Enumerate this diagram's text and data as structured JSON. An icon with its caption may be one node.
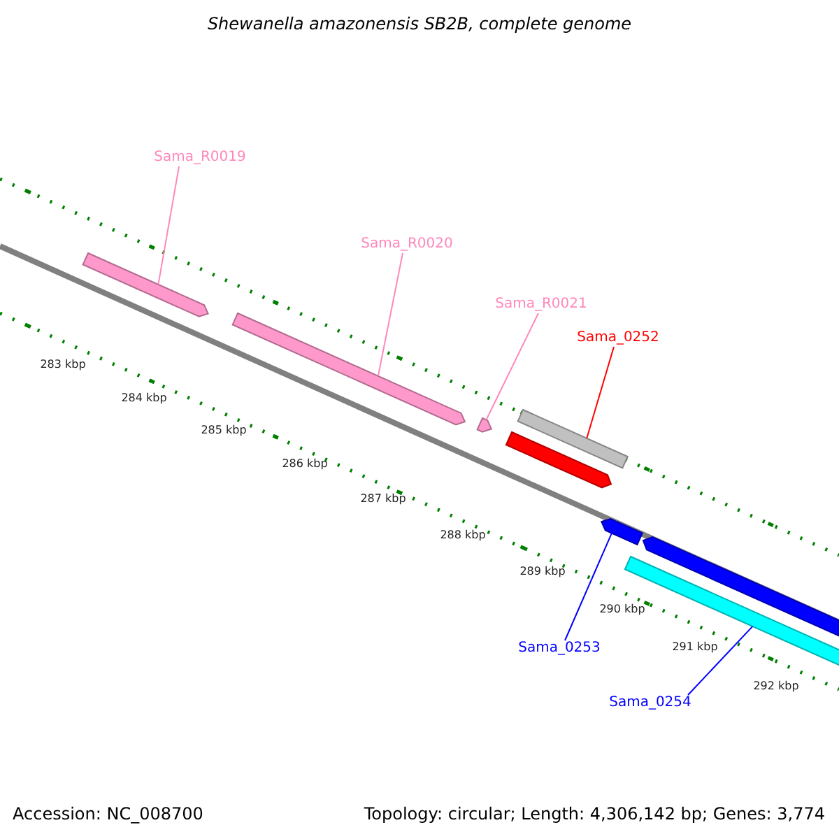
{
  "diagram": {
    "title": "Shewanella amazonensis SB2B, complete genome",
    "nodes": [
      {
        "text": [
          "Sama_R0019"
        ]
      },
      {
        "text": [],
        "shape": "arrow"
      },
      {
        "text": [
          "Sama_R0020"
        ]
      },
      {
        "text": [],
        "shape": "arrow"
      },
      {
        "text": [
          "Sama_R0021"
        ]
      },
      {
        "text": [],
        "shape": "arrow"
      },
      {
        "text": [
          "Sama_0252"
        ]
      },
      {
        "text": [],
        "shape": "bar"
      },
      {
        "text": [],
        "shape": "arrow"
      },
      {
        "text": [],
        "shape": "arrow"
      },
      {
        "text": [],
        "shape": "arrow"
      },
      {
        "text": [],
        "shape": "bar"
      },
      {
        "text": [
          "Sama_0253"
        ]
      },
      {
        "text": [
          "Sama_0254"
        ]
      }
    ],
    "edges": [
      {
        "from": 0,
        "to": 1,
        "arrow": "none"
      },
      {
        "from": 2,
        "to": 3,
        "arrow": "none"
      },
      {
        "from": 4,
        "to": 5,
        "arrow": "none"
      },
      {
        "from": 6,
        "to": 7,
        "arrow": "none",
        "color": "#ff0000"
      },
      {
        "from": 12,
        "to": 9,
        "arrow": "none",
        "color": "#0000ff"
      },
      {
        "from": 13,
        "to": 11,
        "arrow": "none",
        "color": "#0000ff"
      }
    ],
    "labels": [
      "283 kbp",
      "284 kbp",
      "285 kbp",
      "286 kbp",
      "287 kbp",
      "288 kbp",
      "289 kbp",
      "290 kbp",
      "291 kbp",
      "292 kbp",
      "Accession: NC_008700",
      "Topology: circular; Length: 4,306,142 bp; Genes: 3,774"
    ]
  }
}
